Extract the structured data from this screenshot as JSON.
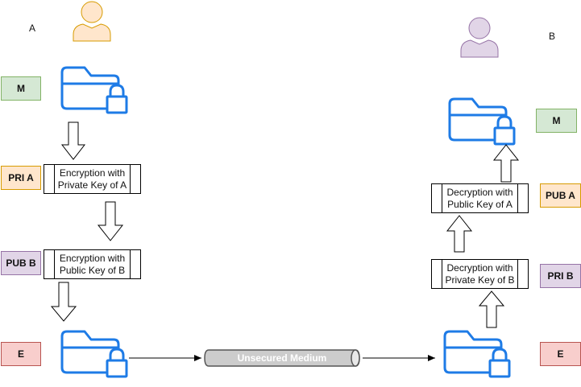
{
  "sender": {
    "label": "A"
  },
  "receiver": {
    "label": "B"
  },
  "sender_side": {
    "message_tag": "M",
    "step1": {
      "key_tag": "PRI A",
      "process": "Encryption with Private Key of A"
    },
    "step2": {
      "key_tag": "PUB B",
      "process": "Encryption with Public Key of B"
    },
    "encrypted_tag": "E"
  },
  "channel": {
    "label": "Unsecured Medium"
  },
  "receiver_side": {
    "message_tag": "M",
    "step1": {
      "key_tag": "PRI B",
      "process": "Decryption with Private Key of B"
    },
    "step2": {
      "key_tag": "PUB A",
      "process": "Decryption with Public Key of A"
    },
    "encrypted_tag": "E"
  },
  "colors": {
    "folder": "#1e7be6",
    "user_a_fill": "#ffe6cc",
    "user_a_stroke": "#d79b00",
    "user_b_fill": "#e1d5e7",
    "user_b_stroke": "#9673a6",
    "channel_fill": "#cccccc",
    "channel_stroke": "#555555"
  },
  "icons": [
    "user-icon",
    "locked-folder-icon",
    "hollow-arrow-icon",
    "cylinder-pipe-icon"
  ]
}
